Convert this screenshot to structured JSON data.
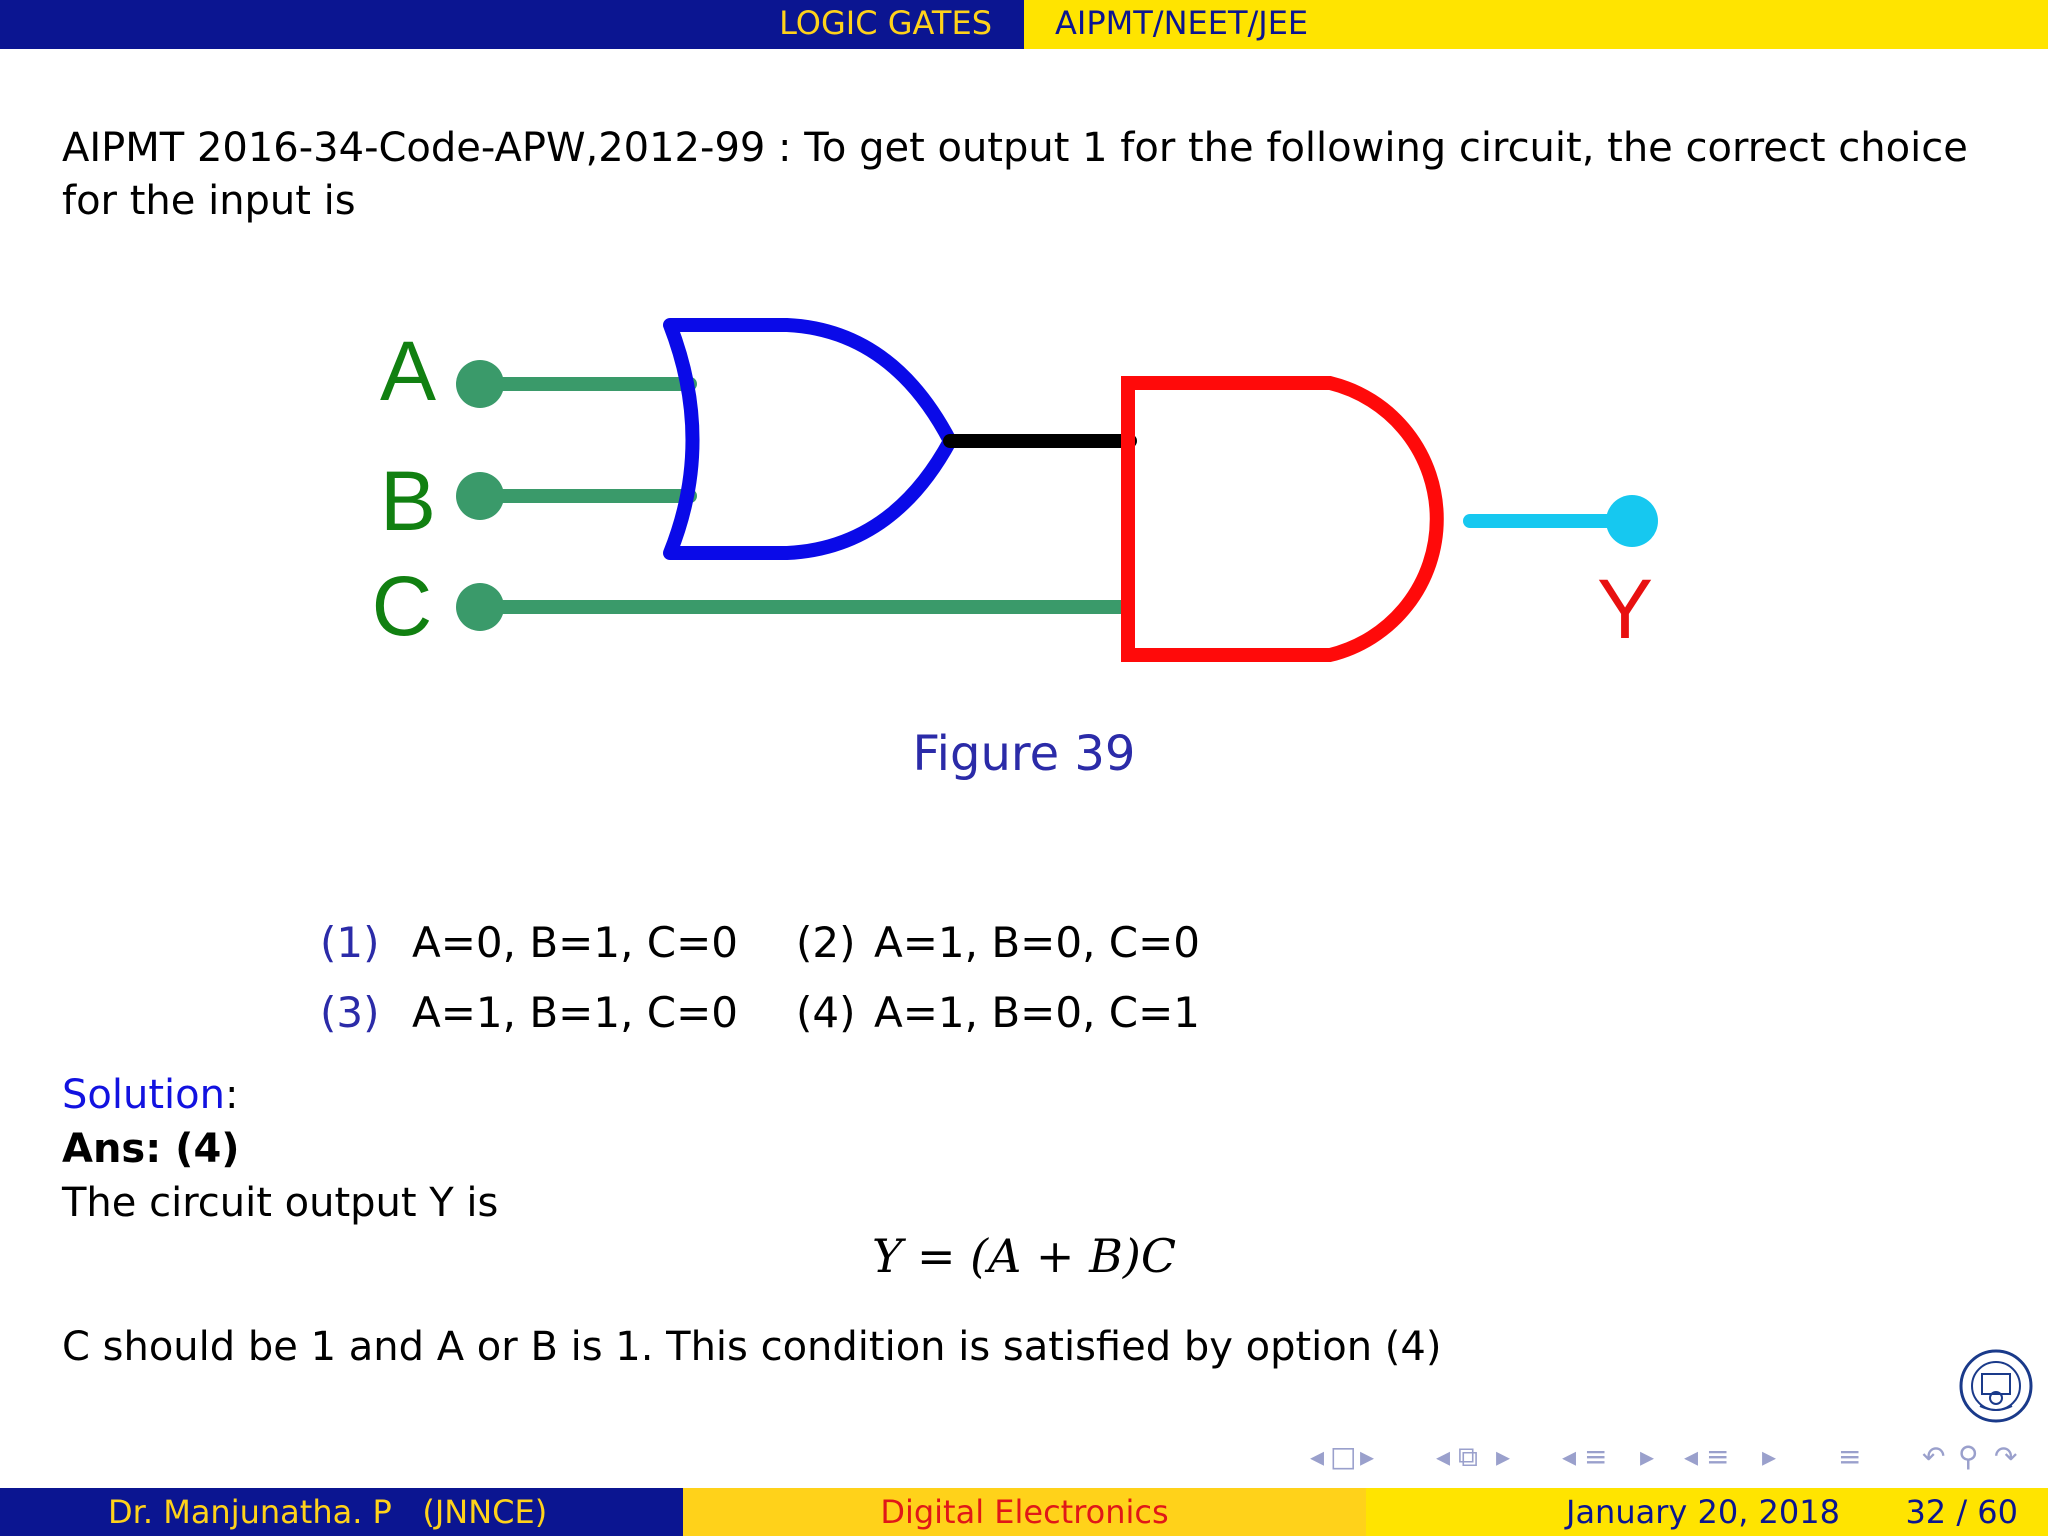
{
  "header": {
    "section": "LOGIC GATES",
    "subsection": "AIPMT/NEET/JEE"
  },
  "question": {
    "text": "AIPMT 2016-34-Code-APW,2012-99 : To get output 1 for the following circuit, the correct choice for the input is"
  },
  "circuit": {
    "inputs": [
      "A",
      "B",
      "C"
    ],
    "output": "Y",
    "colors": {
      "input_label": "#118011",
      "input_wire": "#3a9a6a",
      "or_gate": "#0a0ae8",
      "and_gate": "#ff0a0a",
      "mid_wire": "#000000",
      "output_wire": "#16c8f0",
      "output_label": "#e81010"
    }
  },
  "figure_caption": "Figure 39",
  "options": [
    {
      "num": "(1)",
      "text": "A=0, B=1, C=0"
    },
    {
      "num": "(2)",
      "text": "A=1, B=0, C=0"
    },
    {
      "num": "(3)",
      "text": "A=1, B=1, C=0"
    },
    {
      "num": "(4)",
      "text": "A=1, B=0, C=1"
    }
  ],
  "solution": {
    "heading": "Solution",
    "colon": ":",
    "answer": "Ans: (4)",
    "intro": "The circuit output Y is",
    "formula": "Y = (A + B)C",
    "conclusion": "C should be 1 and A or B is 1. This condition is satisfied by option (4)"
  },
  "footer": {
    "author": "Dr. Manjunatha. P   (JNNCE)",
    "title": "Digital Electronics",
    "date": "January 20, 2018",
    "page": "32 / 60"
  }
}
